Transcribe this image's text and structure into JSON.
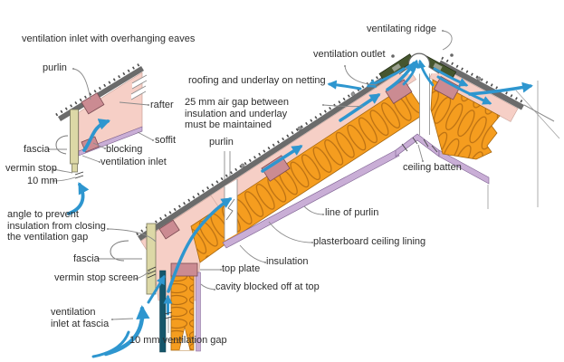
{
  "figure": {
    "type": "construction-detail-diagram",
    "subject": "roof ventilation at eaves and ridge",
    "detail_title": "ventilation inlet with overhanging eaves",
    "labels": {
      "purlin_small": "purlin",
      "rafter": "rafter",
      "soffit": "soffit",
      "blocking": "blocking",
      "ventilation_inlet": "ventilation inlet",
      "fascia_small": "fascia",
      "vermin_stop": "vermin stop",
      "ten_mm": "10 mm",
      "angle_note": "angle to prevent\ninsulation from closing\nthe ventilation gap",
      "fascia_main": "fascia",
      "vermin_stop_screen": "vermin stop screen",
      "ventilation_inlet_at_fascia": "ventilation\ninlet at fascia",
      "ten_mm_ventilation_gap": "10 mm ventilation gap",
      "roofing_underlay": "roofing and underlay on netting",
      "air_gap_note": "25 mm air gap between\ninsulation and underlay\nmust be maintained",
      "purlin_main": "purlin",
      "ventilating_ridge": "ventilating ridge",
      "ventilation_outlet": "ventilation outlet",
      "ceiling_batten": "ceiling batten",
      "line_of_purlin": "line of purlin",
      "plasterboard": "plasterboard ceiling lining",
      "insulation": "insulation",
      "top_plate": "top plate",
      "cavity_blocked": "cavity blocked off at top"
    },
    "colors": {
      "insulation_orange": "#f59d1f",
      "insulation_stroke": "#b96f12",
      "air_gap_pink": "#f6cfc6",
      "timber_mauve": "#cb8b92",
      "roofing_grey": "#6b6b6b",
      "plasterboard_purple": "#c9aed6",
      "fascia_tan": "#dcd8a6",
      "ridge_batten_green": "#46562e",
      "vent_gap_teal": "#15566b",
      "airflow_blue": "#2e96cf",
      "label_text": "#2d2d2d",
      "leader_grey": "#8a8a8a"
    }
  }
}
